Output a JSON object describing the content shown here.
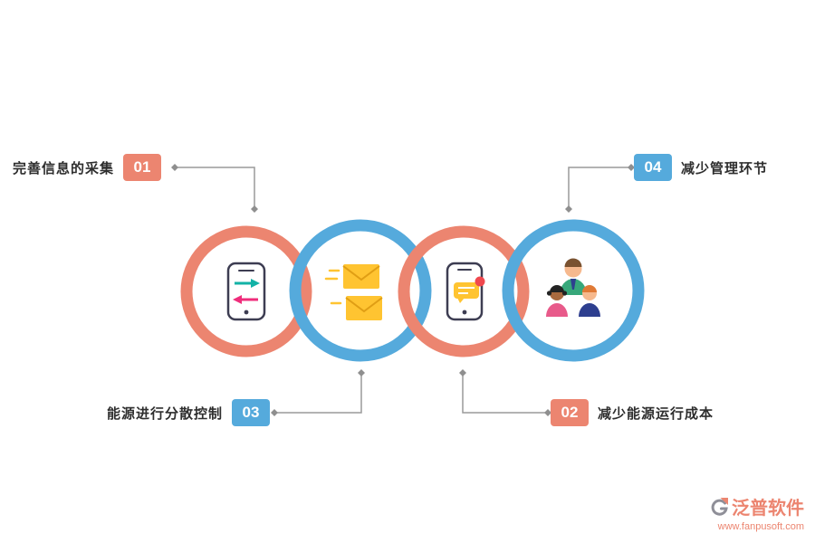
{
  "steps": {
    "s1": {
      "badge": "01",
      "label": "完善信息的采集"
    },
    "s2": {
      "badge": "02",
      "label": "减少能源运行成本"
    },
    "s3": {
      "badge": "03",
      "label": "能源进行分散控制"
    },
    "s4": {
      "badge": "04",
      "label": "减少管理环节"
    }
  },
  "icons": {
    "circle1": "phone-transfer-icon",
    "circle2": "envelopes-icon",
    "circle3": "phone-message-icon",
    "circle4": "team-icon"
  },
  "colors": {
    "salmon": "#EC8570",
    "blue": "#55AADC",
    "connector": "#999999",
    "label_text": "#2e2e2e",
    "envelope_yellow": "#FFC431",
    "notification_red": "#F0484E"
  },
  "footer": {
    "brand": "泛普软件",
    "url": "www.fanpusoft.com"
  }
}
